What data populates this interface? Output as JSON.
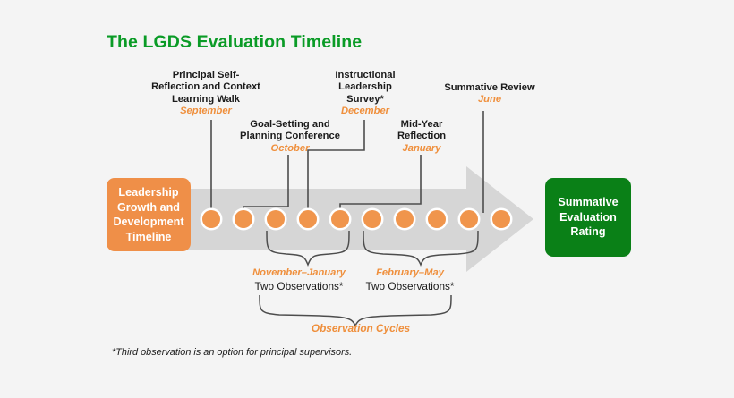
{
  "title": "The LGDS Evaluation Timeline",
  "colors": {
    "background": "#f4f4f4",
    "title_green": "#0a9b26",
    "accent_orange": "#ef8f3c",
    "dot_orange": "#f0954c",
    "arrow_gray": "#d6d6d6",
    "box_orange": "#ef8f48",
    "box_green": "#0a8017",
    "connector_gray": "#4d4d4d",
    "text_dark": "#1b1b1b"
  },
  "start_box": {
    "lines": [
      "Leadership",
      "Growth and",
      "Development",
      "Timeline"
    ]
  },
  "end_box": {
    "lines": [
      "Summative",
      "Evaluation",
      "Rating"
    ]
  },
  "milestones": [
    {
      "id": "principal-self-reflection",
      "lines": [
        "Principal Self-",
        "Reflection and Context",
        "Learning Walk"
      ],
      "month": "September"
    },
    {
      "id": "goal-setting",
      "lines": [
        "Goal-Setting and",
        "Planning Conference"
      ],
      "month": "October"
    },
    {
      "id": "instructional-leadership-survey",
      "lines": [
        "Instructional",
        "Leadership",
        "Survey*"
      ],
      "month": "December"
    },
    {
      "id": "mid-year-reflection",
      "lines": [
        "Mid-Year",
        "Reflection"
      ],
      "month": "January"
    },
    {
      "id": "summative-review",
      "lines": [
        "Summative Review"
      ],
      "month": "June"
    }
  ],
  "observation_groups": [
    {
      "id": "group-1",
      "month_range": "November–January",
      "label": "Two Observations*"
    },
    {
      "id": "group-2",
      "month_range": "February–May",
      "label": "Two Observations*"
    }
  ],
  "observation_cycles_label": "Observation Cycles",
  "footnote": "*Third observation is an option for principal supervisors.",
  "timeline": {
    "dot_count": 10,
    "dot_color": "#f0954c",
    "dot_ring_color": "#ffffff"
  }
}
